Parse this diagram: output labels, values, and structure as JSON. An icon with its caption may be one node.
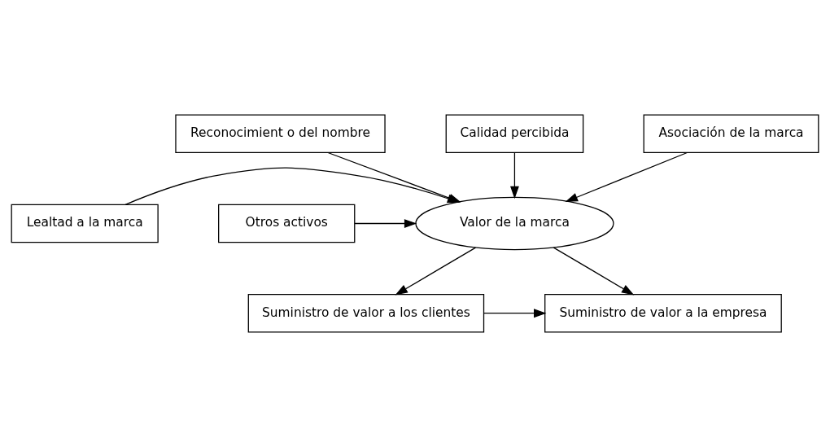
{
  "diagram": {
    "nodes": [
      {
        "text": [
          "Reconocimient o del nombre"
        ]
      },
      {
        "text": [
          "Calidad percibida"
        ]
      },
      {
        "text": [
          "Asociación de la marca"
        ]
      },
      {
        "text": [
          "Lealtad a la marca"
        ]
      },
      {
        "text": [
          "Valor de la marca"
        ]
      },
      {
        "text": [
          "Otros activos"
        ]
      },
      {
        "text": [
          "Suministro de valor a los clientes"
        ]
      },
      {
        "text": [
          "Suministro de valor a la empresa"
        ]
      }
    ],
    "edges": [
      {
        "from": 0,
        "to": 4,
        "arrow": "to"
      },
      {
        "from": 1,
        "to": 4,
        "arrow": "to"
      },
      {
        "from": 2,
        "to": 4,
        "arrow": "to"
      },
      {
        "from": 3,
        "to": 4,
        "arrow": "to"
      },
      {
        "from": 5,
        "to": 4,
        "arrow": "to"
      },
      {
        "from": 4,
        "to": 6,
        "arrow": "to"
      },
      {
        "from": 4,
        "to": 7,
        "arrow": "to"
      },
      {
        "from": 6,
        "to": 7,
        "arrow": "to"
      }
    ]
  }
}
